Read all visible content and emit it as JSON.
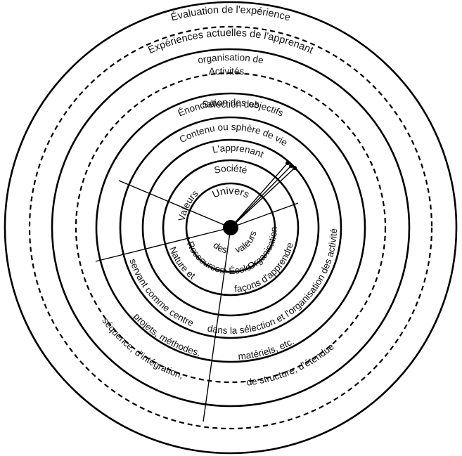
{
  "diagram": {
    "rings": {
      "r1": "Évaluation de l'expérience",
      "r2": "Expériences actuelles de l'apprenant",
      "r3a": "Activités",
      "r3b": "organisation de",
      "r4": "Sélection des",
      "r5": "Énonciation des objectifs",
      "r6": "Contenu ou sphère de vie",
      "r7": "L'apprenant",
      "r8": "Société",
      "center": "Univers"
    },
    "inner": {
      "des": "des",
      "valeurs_right": "valeurs",
      "valeurs_left": "Valeurs",
      "ressources": "• Ressources",
      "ecole": "• École •",
      "organisation": "Organisation",
      "nature": "Nature et",
      "facons": "façons d'apprendre"
    },
    "lower": {
      "servant": "servant comme centre",
      "dans": "dans la  sélection et l'organisation des activités",
      "projets": "projets, méthodes,",
      "materiels": "matériels, etc.",
      "sequence": "séquence, d'intégration,",
      "structure": "de structure, d'étendue"
    }
  }
}
